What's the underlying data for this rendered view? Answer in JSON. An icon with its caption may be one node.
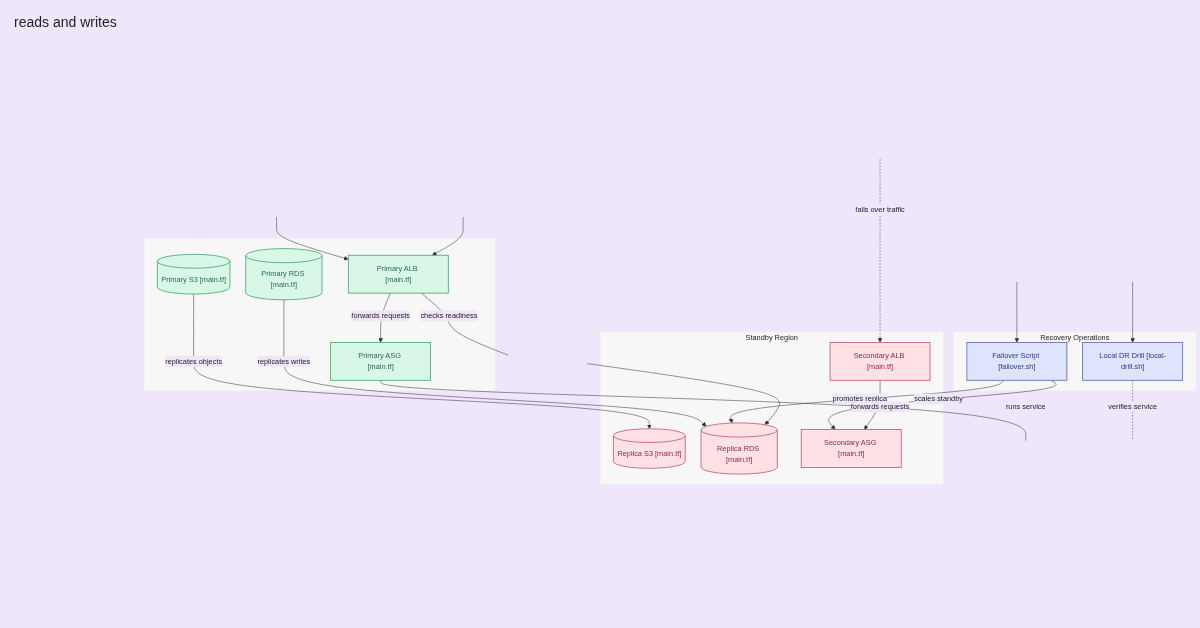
{
  "diagram": {
    "nodes": [
      {
        "text": [],
        "shape": "box"
      },
      {
        "text": [
          "Primary ALB [main.tf]"
        ],
        "in": 0
      },
      {
        "text": [
          "Primary RDS [main.tf]"
        ],
        "in": 0
      },
      {
        "text": [
          "Primary ASG [main.tf]"
        ],
        "in": 0
      },
      {
        "text": [
          "Primary S3 [main.tf]"
        ],
        "in": 0
      },
      {
        "text": [
          "Recovery Operations"
        ]
      },
      {
        "text": [
          "Local DR Drill [local-drill.sh]"
        ],
        "in": 5
      },
      {
        "text": [
          "Failover Script [failover.sh]"
        ],
        "in": 5
      },
      {
        "text": [
          "Standby Region"
        ]
      },
      {
        "text": [
          "Replica S3 [main.tf]"
        ],
        "in": 8
      },
      {
        "text": [
          "Secondary ALB [main.tf]"
        ],
        "in": 8
      },
      {
        "text": [
          "Replica RDS [main.tf]"
        ],
        "in": 8
      },
      {
        "text": [
          "Secondary ASG [main.tf]"
        ],
        "in": 8
      }
    ],
    "edges": [
      {
        "from": null,
        "to": 1,
        "arrow": "to"
      },
      {
        "from": null,
        "to": 1,
        "arrow": "to"
      },
      {
        "from": null,
        "to": 6,
        "arrow": "to"
      },
      {
        "from": null,
        "to": 7,
        "arrow": "to"
      },
      {
        "from": null,
        "to": 10,
        "label": "fails over traffic",
        "arrow": "to",
        "style": "dashed"
      },
      {
        "from": 1,
        "to": 3,
        "label": "forwards requests",
        "arrow": "to"
      },
      {
        "from": 1,
        "to": null,
        "label": "checks readiness",
        "arrow": "none"
      },
      {
        "from": 3,
        "to": null,
        "label": "runs service",
        "arrow": "none"
      },
      {
        "from": 6,
        "to": null,
        "label": "verifies service",
        "arrow": "none",
        "style": "dashed"
      },
      {
        "from": 4,
        "to": 9,
        "label": "replicates objects",
        "arrow": "to"
      },
      {
        "from": 2,
        "to": 11,
        "label": "replicates writes",
        "arrow": "to"
      },
      {
        "from": 7,
        "to": 11,
        "label": "promotes replica",
        "arrow": "to"
      },
      {
        "from": 7,
        "to": 12,
        "label": "scales standby",
        "arrow": "to"
      },
      {
        "from": null,
        "to": 11,
        "arrow": "to"
      },
      {
        "from": 10,
        "to": 12,
        "label": "forwards requests",
        "arrow": "to"
      }
    ],
    "labels": [
      "reads and writes"
    ]
  }
}
